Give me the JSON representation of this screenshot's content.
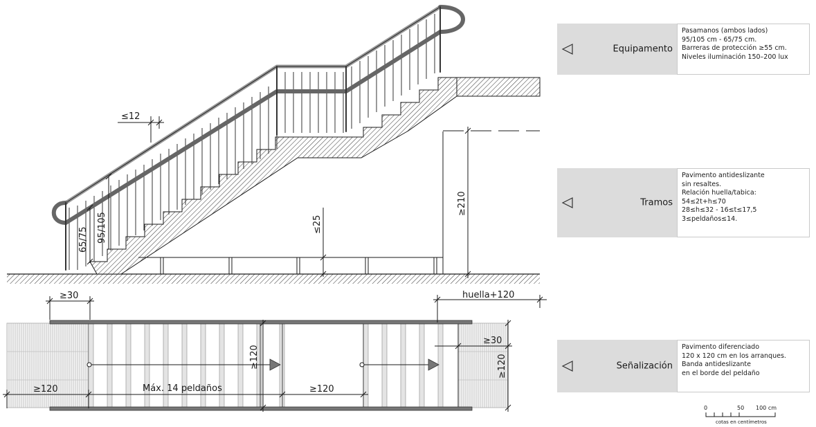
{
  "elevation": {
    "dim_bar_spacing": "≤12",
    "dim_rail_low": "65/75",
    "dim_rail_high": "95/105",
    "dim_underside": "≤25",
    "dim_clearance": "≥210"
  },
  "plan": {
    "dim_handrail_ext": "≥30",
    "dim_landing_ext": "huella+120",
    "dim_landing_len": "≥120",
    "dim_flight_width": "≥120",
    "dim_max_steps": "Máx. 14 peldaños",
    "dim_mid_landing": "≥120",
    "dim_tactile_depth": "≥30",
    "dim_tactile_width": "≥120"
  },
  "panels": [
    {
      "title": "Equipamento",
      "lines": [
        "Pasamanos (ambos lados)",
        "95/105 cm  -  65/75 cm.",
        "Barreras de protección ≥55 cm.",
        "Niveles iluminación 150–200 lux"
      ]
    },
    {
      "title": "Tramos",
      "lines": [
        "Pavimento antideslizante",
        "sin resaltes.",
        "Relación huella/tabica:",
        "54≤2t+h≤70",
        "28≤h≤32  -  16≤t≤17,5",
        "3≤peldaños≤14."
      ]
    },
    {
      "title": "Señalización",
      "lines": [
        "Pavimento diferenciado",
        "120 x 120 cm en los arranques.",
        "Banda antideslizante",
        "en el borde del peldaño"
      ]
    }
  ],
  "scale": {
    "t0": "0",
    "t50": "50",
    "t100": "100 cm",
    "caption": "cotas en centímetros"
  },
  "colors": {
    "panel_head": "#dcdcdc",
    "line": "#1a1a1a",
    "hatch": "#444444",
    "rail": "#777777"
  }
}
